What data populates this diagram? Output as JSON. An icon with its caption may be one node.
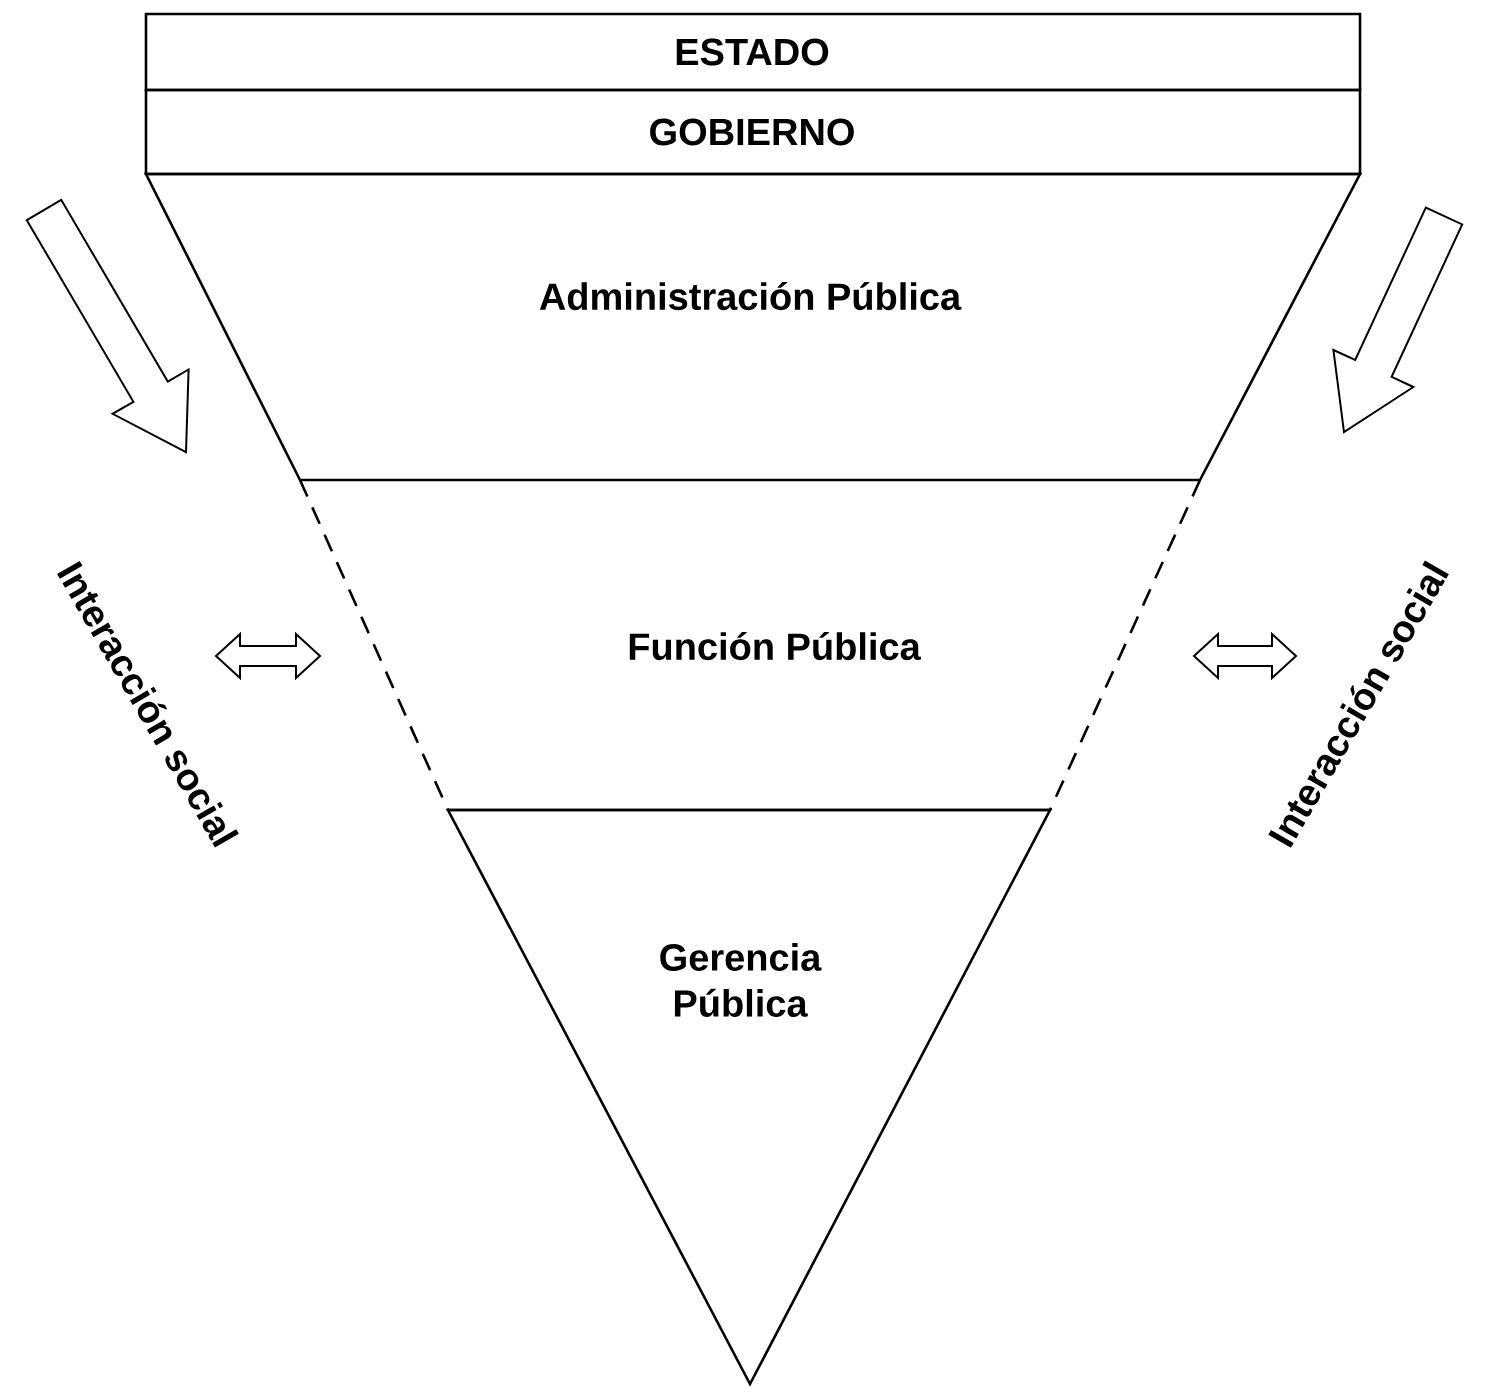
{
  "diagram": {
    "nodes": [
      {
        "text": [
          "ESTADO"
        ]
      },
      {
        "text": [
          "GOBIERNO"
        ]
      },
      {
        "text": [
          "Administración Pública"
        ]
      },
      {
        "text": [
          "Función Pública"
        ]
      },
      {
        "text": [
          "Gerencia Pública"
        ]
      }
    ],
    "labels": [
      "Interacción social",
      "Interacción social"
    ]
  }
}
